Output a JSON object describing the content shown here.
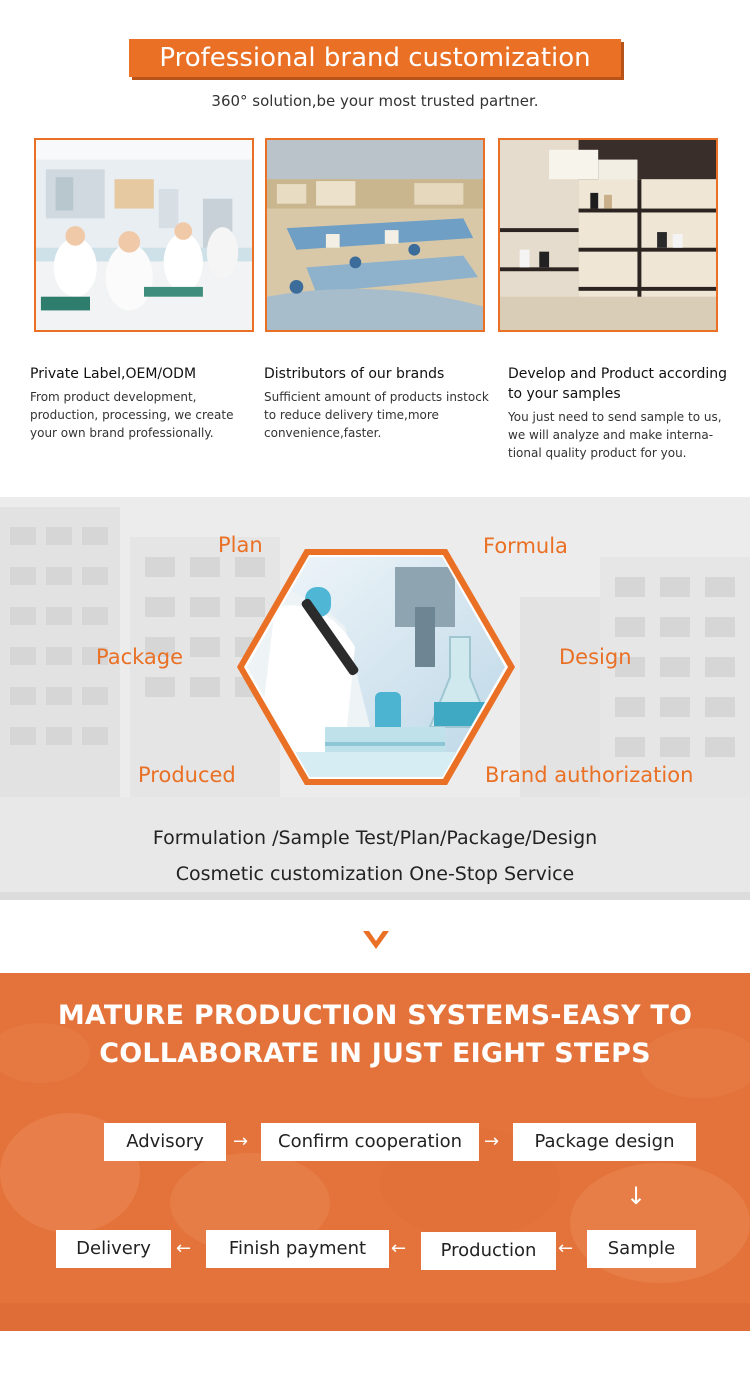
{
  "header": {
    "title": "Professional brand customization",
    "subtitle": "360° solution,be your most trusted partner."
  },
  "features": [
    {
      "title": "Private Label,OEM/ODM",
      "text": "From product development, production,   processing, we create your own brand professionally."
    },
    {
      "title": "Distributors of our brands",
      "text": "Sufficient amount of products instock to reduce delivery time,more convenience,faster."
    },
    {
      "title": "Develop and Product according to your samples",
      "text": "You just need to send sample to us, we will analyze and make interna-tional quality product for you."
    }
  ],
  "process": {
    "labels": {
      "plan": "Plan",
      "formula": "Formula",
      "package": "Package",
      "design": "Design",
      "produced": "Produced",
      "brand_authorization": "Brand authorization"
    },
    "tagline_1": "Formulation /Sample Test/Plan/Package/Design",
    "tagline_2": "Cosmetic customization One-Stop Service"
  },
  "steps_section": {
    "title_line_1": "MATURE PRODUCTION SYSTEMS-EASY TO",
    "title_line_2": "COLLABORATE IN JUST EIGHT STEPS",
    "steps": {
      "advisory": "Advisory",
      "confirm": "Confirm cooperation",
      "package_design": "Package design",
      "sample": "Sample",
      "production": "Production",
      "finish_payment": "Finish payment",
      "delivery": "Delivery"
    },
    "arrows": {
      "right": "→",
      "left": "←",
      "down": "↓"
    }
  },
  "colors": {
    "accent": "#e97024",
    "orange_section": "#e3733a",
    "light_section": "#ececec"
  }
}
